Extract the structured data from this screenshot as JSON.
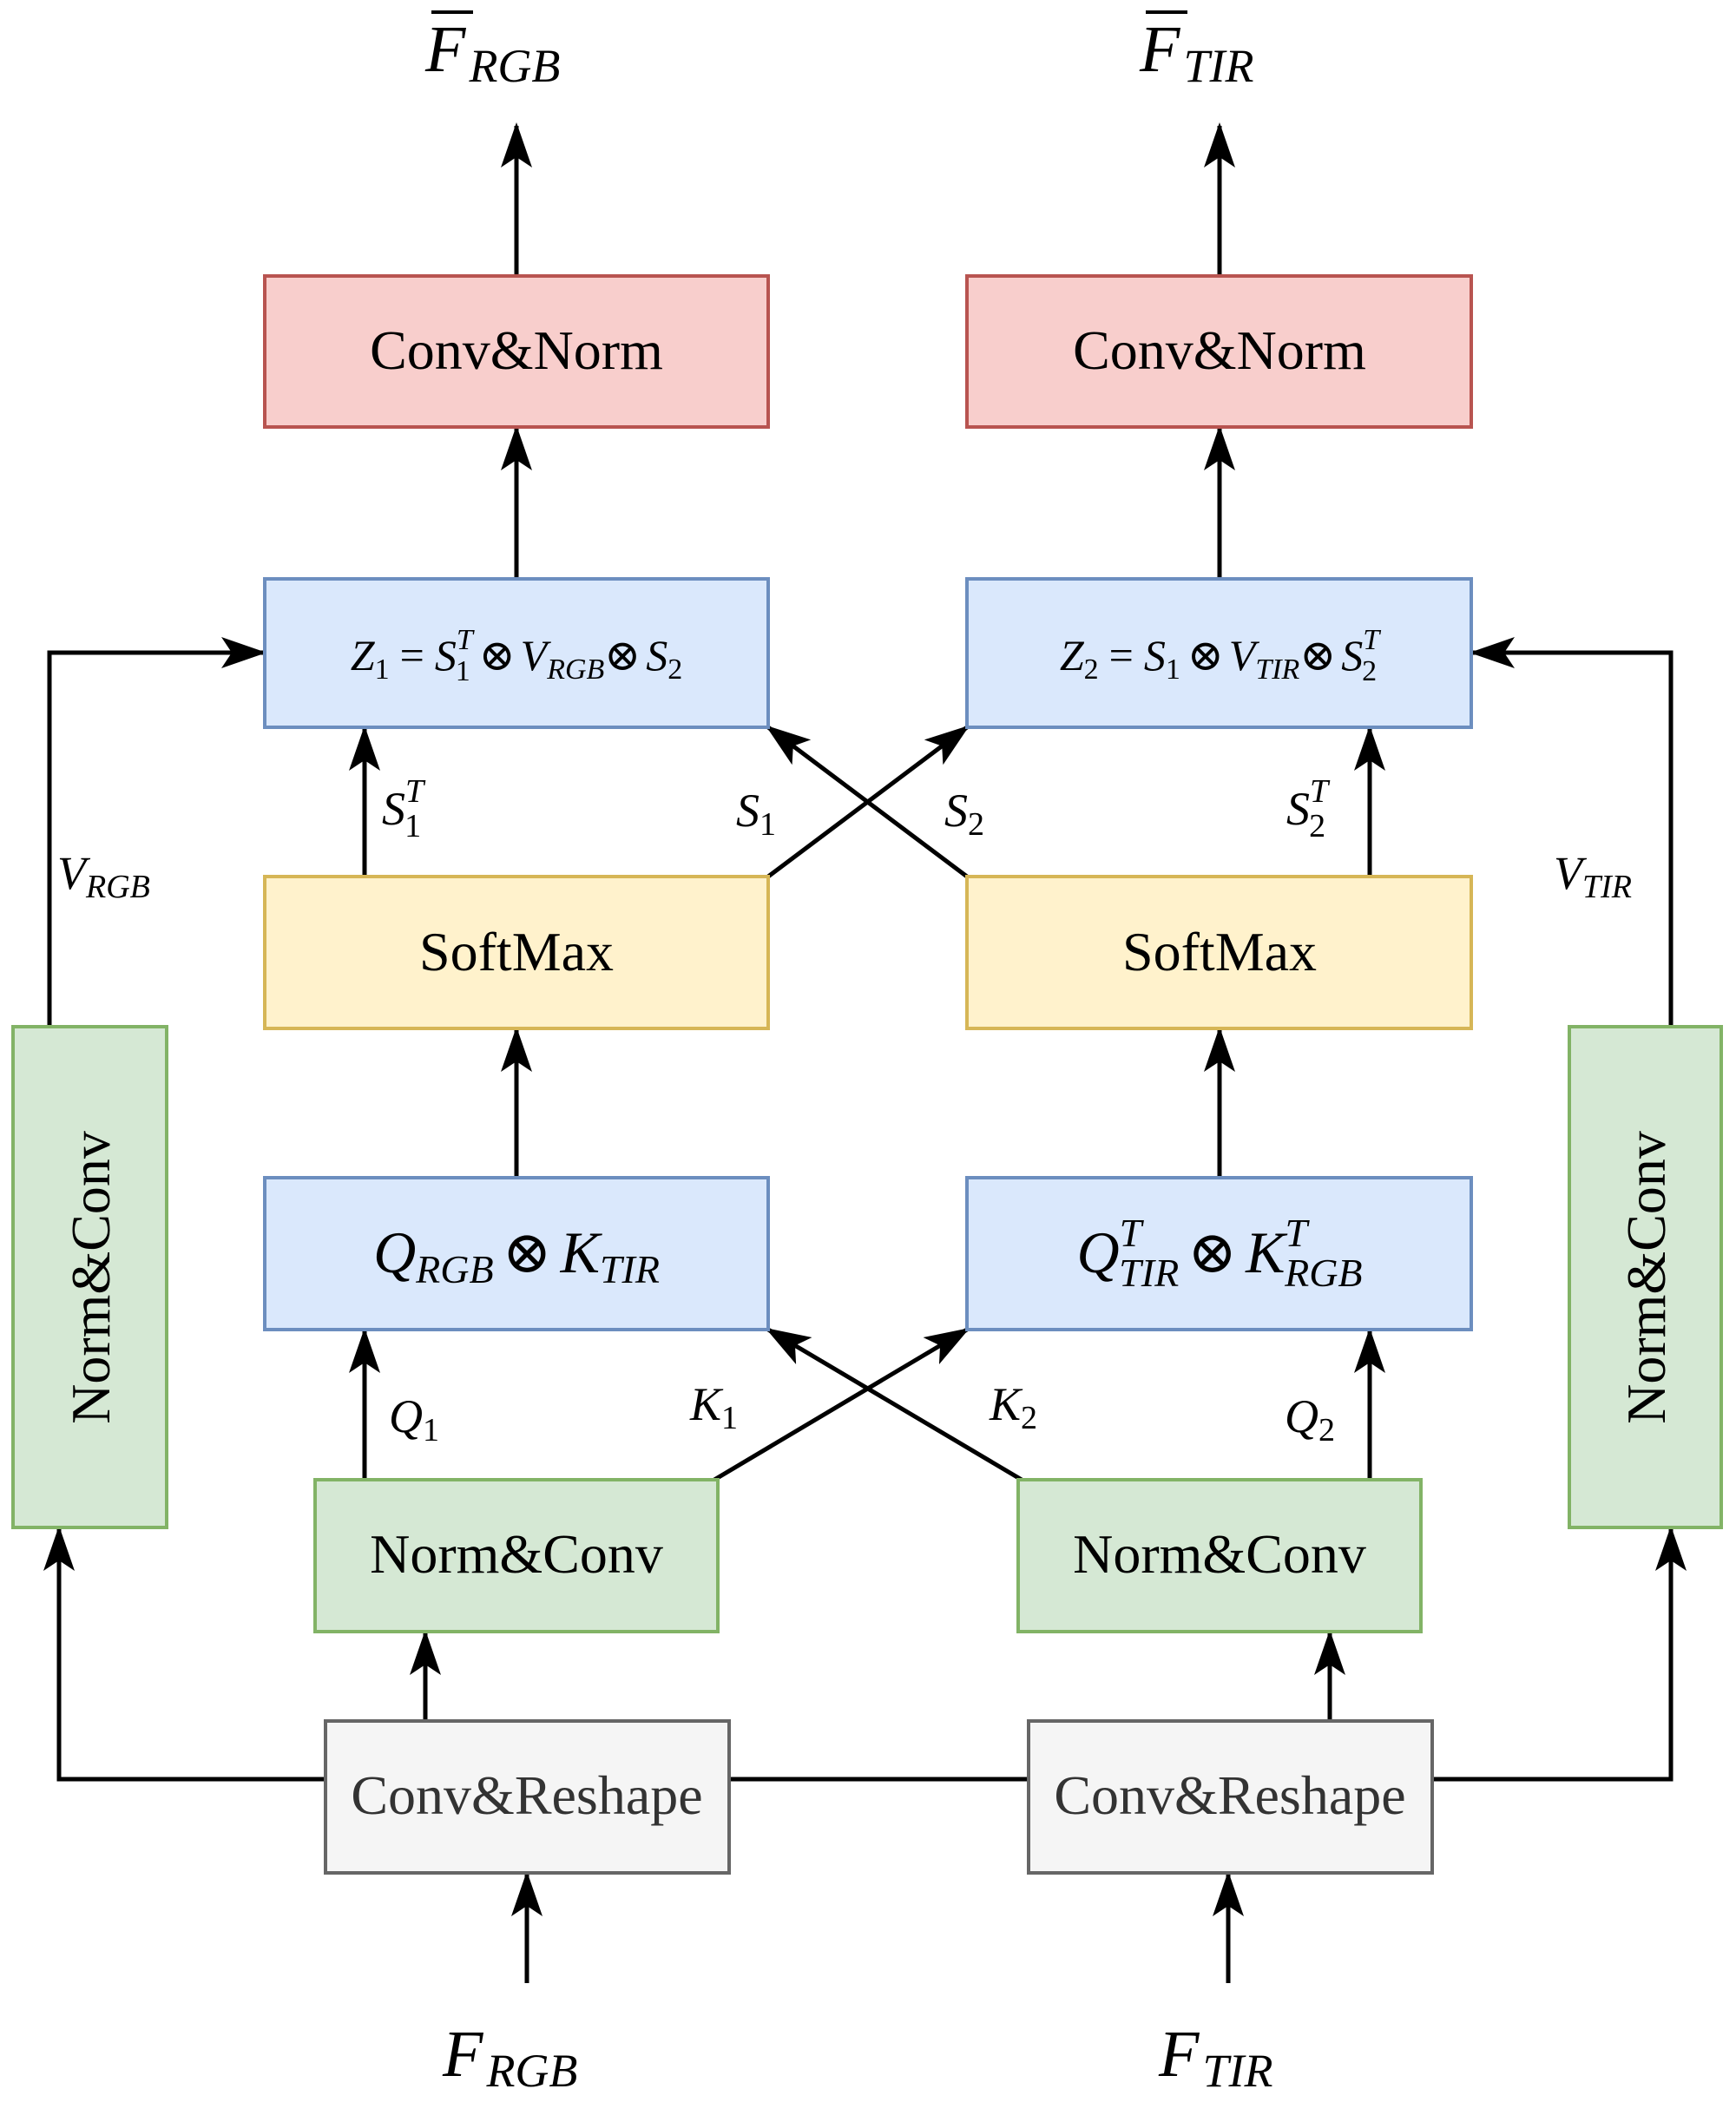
{
  "colors": {
    "red_fill": "#f8cecc",
    "red_stroke": "#b85450",
    "blue_fill": "#dae8fc",
    "blue_stroke": "#6c8ebf",
    "yellow_fill": "#fff2cc",
    "yellow_stroke": "#d6b656",
    "green_fill": "#d5e8d4",
    "green_stroke": "#82b366",
    "gray_fill": "#f5f5f5",
    "gray_stroke": "#666666",
    "arrow": "#000000"
  },
  "outputs": {
    "rgb": {
      "base": "F",
      "sub": "RGB",
      "overline": true
    },
    "tir": {
      "base": "F",
      "sub": "TIR",
      "overline": true
    }
  },
  "inputs": {
    "rgb": {
      "base": "F",
      "sub": "RGB"
    },
    "tir": {
      "base": "F",
      "sub": "TIR"
    }
  },
  "boxes": {
    "conv_norm_left": "Conv&Norm",
    "conv_norm_right": "Conv&Norm",
    "softmax_left": "SoftMax",
    "softmax_right": "SoftMax",
    "norm_conv_left": "Norm&Conv",
    "norm_conv_right": "Norm&Conv",
    "norm_conv_side_left": "Norm&Conv",
    "norm_conv_side_right": "Norm&Conv",
    "conv_reshape_left": "Conv&Reshape",
    "conv_reshape_right": "Conv&Reshape"
  },
  "formulas": {
    "z1": {
      "lhs": "Z",
      "lhs_sub": "1",
      "eq": "=",
      "t1": "S",
      "t1_sub": "1",
      "t1_sup": "T",
      "op": "⊗",
      "t2": "V",
      "t2_sub": "RGB",
      "t3": "S",
      "t3_sub": "2"
    },
    "z2": {
      "lhs": "Z",
      "lhs_sub": "2",
      "eq": "=",
      "t1": "S",
      "t1_sub": "1",
      "op": "⊗",
      "t2": "V",
      "t2_sub": "TIR",
      "t3": "S",
      "t3_sub": "2",
      "t3_sup": "T"
    },
    "qk_left": {
      "q": "Q",
      "q_sub": "RGB",
      "op": "⊗",
      "k": "K",
      "k_sub": "TIR"
    },
    "qk_right": {
      "q": "Q",
      "q_sub": "TIR",
      "q_sup": "T",
      "op": "⊗",
      "k": "K",
      "k_sub": "RGB",
      "k_sup": "T"
    }
  },
  "edge_labels": {
    "s1t": {
      "base": "S",
      "sub": "1",
      "sup": "T"
    },
    "s1": {
      "base": "S",
      "sub": "1"
    },
    "s2": {
      "base": "S",
      "sub": "2"
    },
    "s2t": {
      "base": "S",
      "sub": "2",
      "sup": "T"
    },
    "q1": {
      "base": "Q",
      "sub": "1"
    },
    "k1": {
      "base": "K",
      "sub": "1"
    },
    "k2": {
      "base": "K",
      "sub": "2"
    },
    "q2": {
      "base": "Q",
      "sub": "2"
    },
    "v_rgb": {
      "base": "V",
      "sub": "RGB"
    },
    "v_tir": {
      "base": "V",
      "sub": "TIR"
    }
  }
}
